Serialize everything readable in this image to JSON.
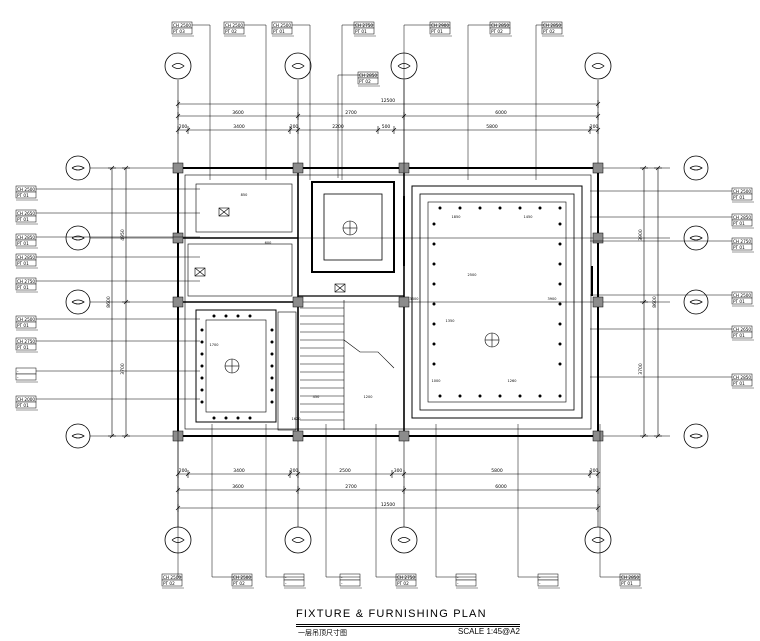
{
  "title": "FIXTURE & FURNISHING PLAN",
  "subtitle": "一层吊顶尺寸图",
  "scale": "SCALE 1:45@A2",
  "dimensions": {
    "top_overall": "12500",
    "top_row1": [
      "3600",
      "2700",
      "6000"
    ],
    "top_row2": [
      "200",
      "3400",
      "200",
      "2200",
      "500",
      "5800",
      "200"
    ],
    "bottom_overall": "12500",
    "bottom_row1": [
      "3600",
      "2700",
      "6000"
    ],
    "bottom_row2": [
      "200",
      "3400",
      "200",
      "2500",
      "300",
      "5800",
      "200"
    ],
    "left_overall": "8600",
    "left_row": [
      "4950",
      "3700"
    ],
    "right_overall": "8600",
    "right_row": [
      "3900",
      "3700"
    ]
  },
  "tags_top": [
    {
      "ch": "CH 2500",
      "pt": "PT 03"
    },
    {
      "ch": "CH 2500",
      "pt": "PT 02"
    },
    {
      "ch": "CH 2500",
      "pt": "PT 01"
    },
    {
      "ch": "CH 2750",
      "pt": "PT 01"
    },
    {
      "ch": "CH 2900",
      "pt": "PT 01"
    },
    {
      "ch": "CH 2850",
      "pt": "PT 02"
    },
    {
      "ch": "CH 2850",
      "pt": "PT 02"
    },
    {
      "ch": "CH 2850",
      "pt": "PT 02"
    }
  ],
  "tags_left": [
    {
      "ch": "CH 2500",
      "pt": "PT 01"
    },
    {
      "ch": "CH 2650",
      "pt": "PT 01"
    },
    {
      "ch": "CH 2850",
      "pt": "PT 01"
    },
    {
      "ch": "CH 2850",
      "pt": "PT 01"
    },
    {
      "ch": "CH 2750",
      "pt": "PT 01"
    },
    {
      "ch": "CH 2500",
      "pt": "PT 01"
    },
    {
      "ch": "CH 2750",
      "pt": "PT 01"
    },
    {
      "ch": "-",
      "pt": "-"
    },
    {
      "ch": "CH 2000",
      "pt": "PT 01"
    }
  ],
  "tags_right": [
    {
      "ch": "CH 2500",
      "pt": "PT 01"
    },
    {
      "ch": "CH 2850",
      "pt": "PT 01"
    },
    {
      "ch": "CH 2750",
      "pt": "PT 01"
    },
    {
      "ch": "CH 2500",
      "pt": "PT 01"
    },
    {
      "ch": "CH 2650",
      "pt": "PT 01"
    },
    {
      "ch": "CH 2850",
      "pt": "PT 01"
    }
  ],
  "tags_bottom": [
    {
      "ch": "CH 2500",
      "pt": "PT 02"
    },
    {
      "ch": "CH 2500",
      "pt": "PT 02"
    },
    {
      "ch": "-",
      "pt": "-"
    },
    {
      "ch": "-",
      "pt": "-"
    },
    {
      "ch": "CH 2750",
      "pt": "PT 02"
    },
    {
      "ch": "-",
      "pt": "-"
    },
    {
      "ch": "-",
      "pt": "-"
    },
    {
      "ch": "CH 2850",
      "pt": "PT 01"
    }
  ],
  "room_labels": [
    "1850",
    "1450",
    "1350",
    "2500",
    "1000",
    "1260",
    "850",
    "600",
    "450",
    "1200",
    "1700",
    "3900",
    "3600",
    "1620"
  ],
  "colors": {
    "line": "#000000",
    "column": "#8c8c8c"
  }
}
